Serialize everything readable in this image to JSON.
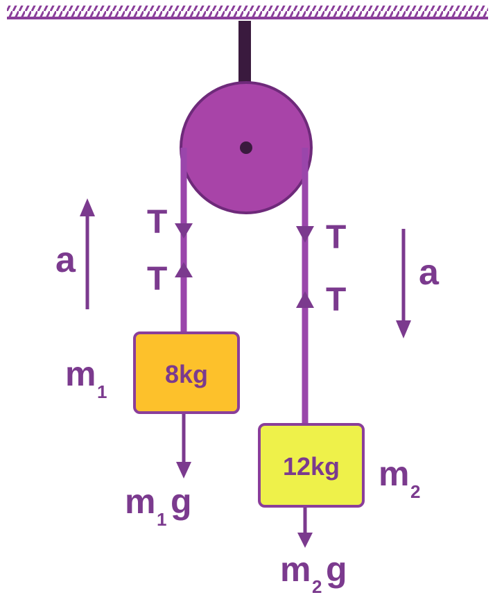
{
  "colors": {
    "accent": "#7B3A8E",
    "pulley": "#A844A8",
    "rope": "#9A46AB",
    "block1_fill": "#FDC12B",
    "block2_fill": "#EEF14A",
    "block_border": "#8A3E9A",
    "background": "#FFFFFF"
  },
  "labels": {
    "tension": "T",
    "accel_left": "a",
    "accel_right": "a",
    "mass1_main": "m",
    "mass1_sub": "1",
    "mass2_main": "m",
    "mass2_sub": "2",
    "weight1_main": "m",
    "weight1_sub": "1",
    "weight1_g": "g",
    "weight2_main": "m",
    "weight2_sub": "2",
    "weight2_g": "g"
  },
  "blocks": {
    "block1": {
      "mass_label": "8kg"
    },
    "block2": {
      "mass_label": "12kg"
    }
  }
}
